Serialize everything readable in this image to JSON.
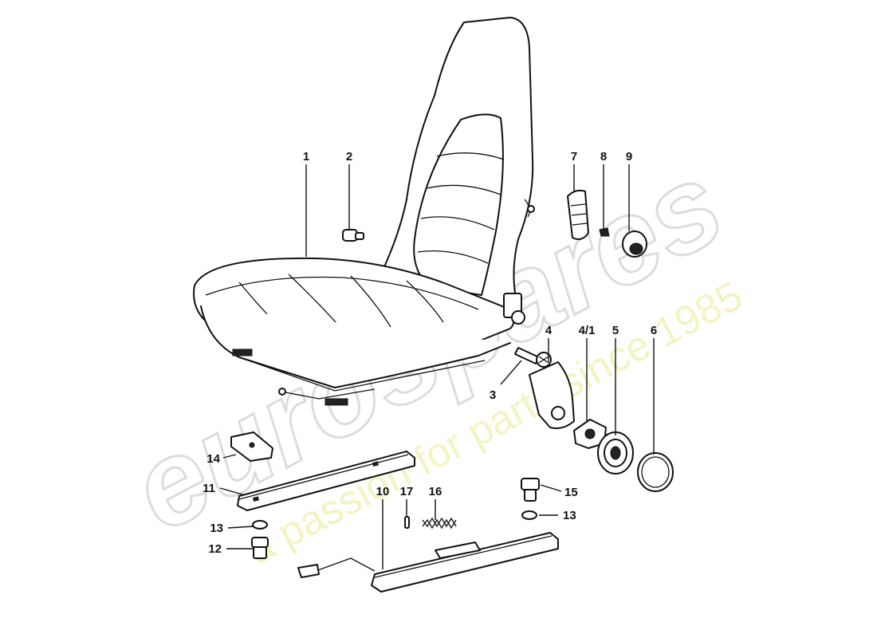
{
  "watermark": {
    "brand": "eurospares",
    "tagline": "a passion for parts since 1985"
  },
  "callouts": [
    {
      "id": "c1",
      "label": "1"
    },
    {
      "id": "c2",
      "label": "2"
    },
    {
      "id": "c3",
      "label": "3"
    },
    {
      "id": "c4",
      "label": "4"
    },
    {
      "id": "c41",
      "label": "4/1"
    },
    {
      "id": "c5",
      "label": "5"
    },
    {
      "id": "c6",
      "label": "6"
    },
    {
      "id": "c7",
      "label": "7"
    },
    {
      "id": "c8",
      "label": "8"
    },
    {
      "id": "c9",
      "label": "9"
    },
    {
      "id": "c10",
      "label": "10"
    },
    {
      "id": "c11",
      "label": "11"
    },
    {
      "id": "c12",
      "label": "12"
    },
    {
      "id": "c13a",
      "label": "13"
    },
    {
      "id": "c13b",
      "label": "13"
    },
    {
      "id": "c14",
      "label": "14"
    },
    {
      "id": "c15",
      "label": "15"
    },
    {
      "id": "c16",
      "label": "16"
    },
    {
      "id": "c17",
      "label": "17"
    }
  ]
}
